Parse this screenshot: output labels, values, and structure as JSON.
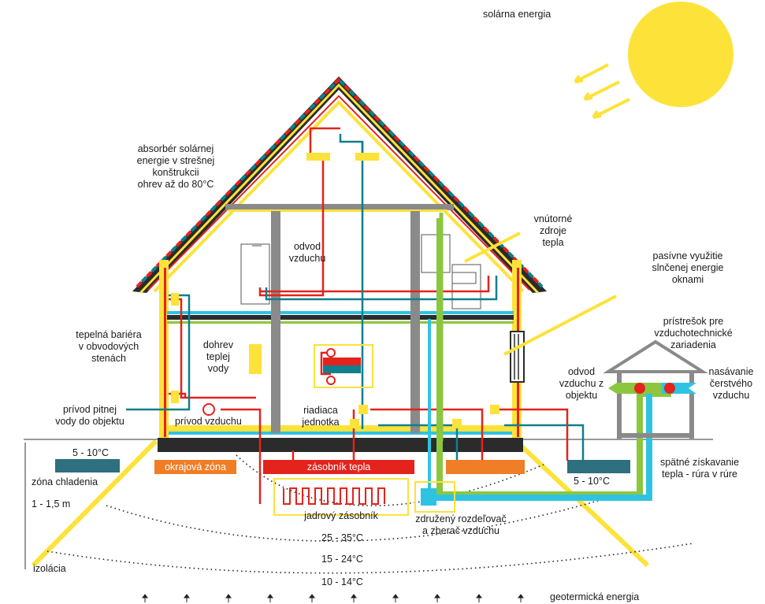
{
  "labels": {
    "solar": "solárna energia",
    "absorber": "absorbér solárnej\nenergie v strešnej\nkonštrukcii\nohrev až do 80°C",
    "internal_sources": "vnútorné\nzdroje\ntepla",
    "passive": "pasívne využitie\nslnčenej energie\noknami",
    "shelter": "prístrešok pre\nvzduchotechnické\nzariadenia",
    "exhaust_out": "odvod\nvzduchu z\nobjektu",
    "fresh_in": "nasávanie\nčerstvého\nvzduchu",
    "heat_recovery": "spätné získavanie\ntepla - rúra v rúre",
    "thermal_barrier": "tepelná bariéra\nv obvodových\nstenách",
    "water_supply": "prívod pitnej\nvody do objektu",
    "air_supply": "prívod vzduchu",
    "air_exhaust": "odvod\nvzduchu",
    "hot_water": "dohrev\nteplej\nvody",
    "control_unit": "riadiaca\njednotka",
    "cooling_zone": "zóna chladenia",
    "depth": "1 - 1,5 m",
    "insulation": "izolácia",
    "edge_zone": "okrajová zóna",
    "heat_storage": "zásobník tepla",
    "core_storage": "jadrový zásobník",
    "distributor": "združený rozdeľovač\na zberač vzduchu",
    "temp_cool_left": "5 - 10°C",
    "temp_cool_right": "5 - 10°C",
    "temp_25_35": "25 - 35°C",
    "temp_15_24": "15 - 24°C",
    "temp_10_14": "10 - 14°C",
    "geothermal": "geotermická energia"
  },
  "colors": {
    "yellow": "#fde23a",
    "red": "#e3231c",
    "teal": "#117f8c",
    "cyan": "#2fc3e3",
    "green": "#8cc63f",
    "grey": "#8a8a8a",
    "dark": "#2b2b2b",
    "orange": "#f07e26",
    "slate": "#2e6f80"
  }
}
